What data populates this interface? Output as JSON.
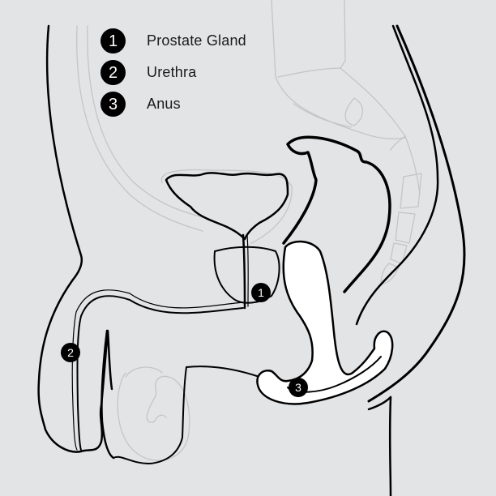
{
  "diagram": {
    "subject": "Male pelvic anatomy cross-section with prostate massager",
    "colors": {
      "background": "#e3e4e6",
      "outline": "#000000",
      "faint_outline": "#c4c5c7",
      "device_fill": "#ffffff",
      "marker_fill": "#000000",
      "marker_text": "#ffffff"
    }
  },
  "legend": {
    "items": [
      {
        "number": "1",
        "label": "Prostate Gland"
      },
      {
        "number": "2",
        "label": "Urethra"
      },
      {
        "number": "3",
        "label": "Anus"
      }
    ]
  },
  "markers": [
    {
      "number": "1",
      "target": "Prostate Gland"
    },
    {
      "number": "2",
      "target": "Urethra"
    },
    {
      "number": "3",
      "target": "Anus"
    }
  ]
}
